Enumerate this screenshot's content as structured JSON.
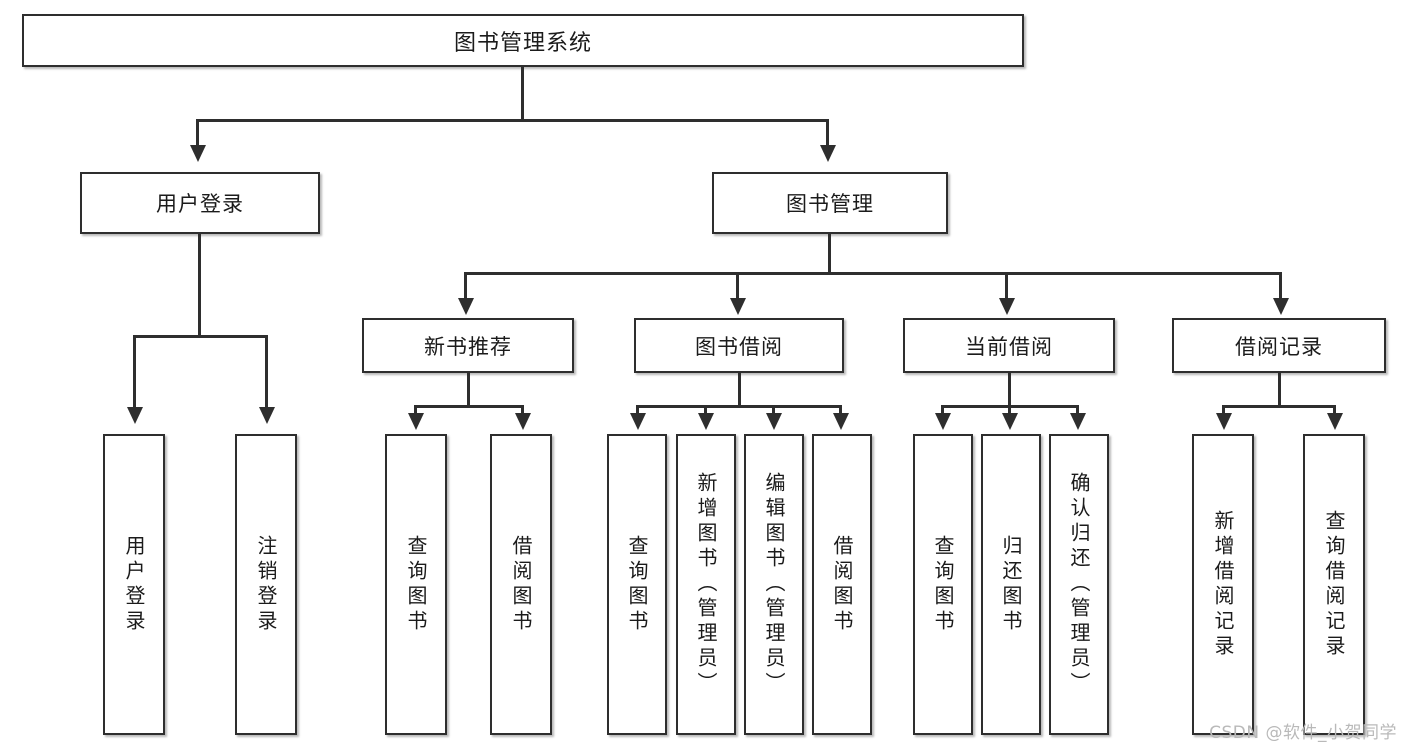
{
  "diagram": {
    "type": "tree",
    "title": "图书管理系统",
    "root": {
      "label": "图书管理系统"
    },
    "level1": [
      {
        "label": "用户登录"
      },
      {
        "label": "图书管理"
      }
    ],
    "level2": [
      {
        "label": "新书推荐"
      },
      {
        "label": "图书借阅"
      },
      {
        "label": "当前借阅"
      },
      {
        "label": "借阅记录"
      }
    ],
    "leaves": {
      "user_login": [
        {
          "label": "用户登录"
        },
        {
          "label": "注销登录"
        }
      ],
      "new_book_recommend": [
        {
          "label": "查询图书"
        },
        {
          "label": "借阅图书"
        }
      ],
      "book_borrow": [
        {
          "label": "查询图书"
        },
        {
          "label": "新增图书（管理员）"
        },
        {
          "label": "编辑图书（管理员）"
        },
        {
          "label": "借阅图书"
        }
      ],
      "current_borrow": [
        {
          "label": "查询图书"
        },
        {
          "label": "归还图书"
        },
        {
          "label": "确认归还（管理员）"
        }
      ],
      "borrow_record": [
        {
          "label": "新增借阅记录"
        },
        {
          "label": "查询借阅记录"
        }
      ]
    }
  },
  "watermark": {
    "text": "CSDN @软件_小贺同学"
  },
  "colors": {
    "background": "#ffffff",
    "border": "#2e2e2e",
    "text": "#1b1b1b",
    "watermark": "#b9b9b9"
  }
}
